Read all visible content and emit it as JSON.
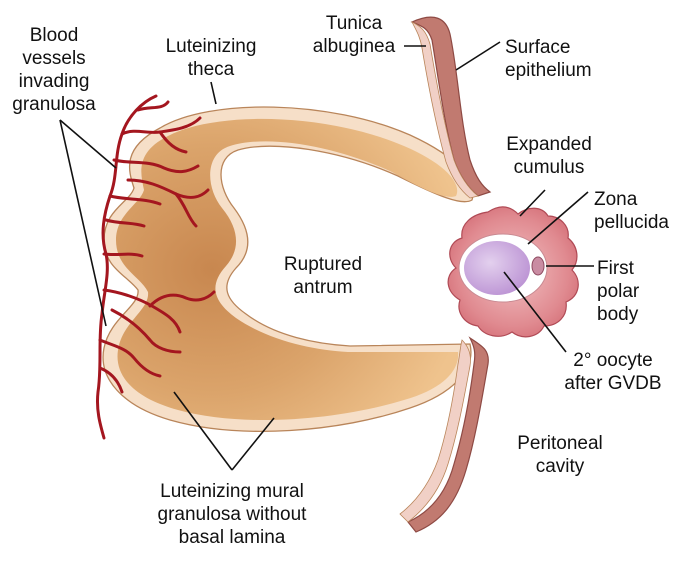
{
  "labels": {
    "blood_vessels": [
      "Blood",
      "vessels",
      "invading",
      "granulosa"
    ],
    "luteinizing_theca": [
      "Luteinizing",
      "theca"
    ],
    "tunica_albuginea": [
      "Tunica",
      "albuginea"
    ],
    "surface_epithelium": [
      "Surface",
      "epithelium"
    ],
    "expanded_cumulus": [
      "Expanded",
      "cumulus"
    ],
    "zona_pellucida": [
      "Zona",
      "pellucida"
    ],
    "first_polar_body": [
      "First",
      "polar",
      "body"
    ],
    "ruptured_antrum": [
      "Ruptured",
      "antrum"
    ],
    "oocyte": [
      "2° oocyte",
      "after GVDB"
    ],
    "peritoneal_cavity": [
      "Peritoneal",
      "cavity"
    ],
    "mural_granulosa": [
      "Luteinizing mural",
      "granulosa without",
      "basal lamina"
    ]
  },
  "colors": {
    "granulosa": "#dba46b",
    "granulosa_light": "#f0c48e",
    "theca": "#f6dfc8",
    "theca_edge": "#b9855a",
    "vessels": "#a4161f",
    "tunica": "#b86a62",
    "epithelium": "#f1d0c6",
    "cumulus": "#d9707a",
    "cumulus_light": "#ecaeb2",
    "zona": "#ffffff",
    "oocyte": "#c9a4dc",
    "polar_body": "#c98ca2",
    "leader_lines": "#111111"
  }
}
